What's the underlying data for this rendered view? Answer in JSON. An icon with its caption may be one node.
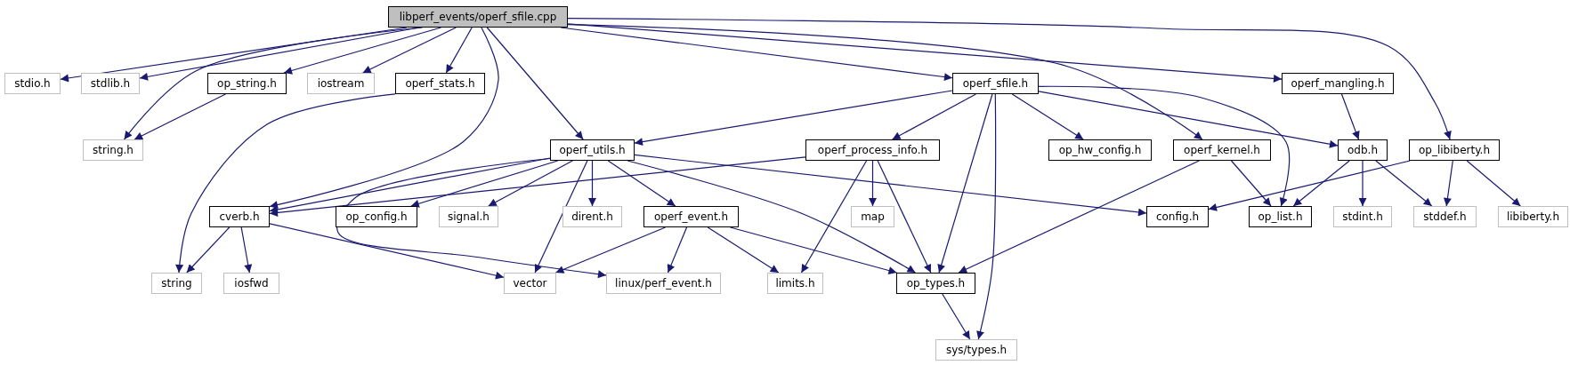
{
  "diagram": {
    "nodes": [
      {
        "text": [
          "libperf_events/operf_sfile.cpp"
        ]
      },
      {
        "text": [
          "stdio.h"
        ]
      },
      {
        "text": [
          "stdlib.h"
        ]
      },
      {
        "text": [
          "op_string.h"
        ]
      },
      {
        "text": [
          "iostream"
        ]
      },
      {
        "text": [
          "operf_stats.h"
        ]
      },
      {
        "text": [
          "operf_sfile.h"
        ]
      },
      {
        "text": [
          "operf_mangling.h"
        ]
      },
      {
        "text": [
          "string.h"
        ]
      },
      {
        "text": [
          "operf_utils.h"
        ]
      },
      {
        "text": [
          "operf_process_info.h"
        ]
      },
      {
        "text": [
          "op_hw_config.h"
        ]
      },
      {
        "text": [
          "operf_kernel.h"
        ]
      },
      {
        "text": [
          "odb.h"
        ]
      },
      {
        "text": [
          "op_libiberty.h"
        ]
      },
      {
        "text": [
          "cverb.h"
        ]
      },
      {
        "text": [
          "op_config.h"
        ]
      },
      {
        "text": [
          "signal.h"
        ]
      },
      {
        "text": [
          "dirent.h"
        ]
      },
      {
        "text": [
          "operf_event.h"
        ]
      },
      {
        "text": [
          "map"
        ]
      },
      {
        "text": [
          "config.h"
        ]
      },
      {
        "text": [
          "op_list.h"
        ]
      },
      {
        "text": [
          "stdint.h"
        ]
      },
      {
        "text": [
          "stddef.h"
        ]
      },
      {
        "text": [
          "libiberty.h"
        ]
      },
      {
        "text": [
          "string"
        ]
      },
      {
        "text": [
          "iosfwd"
        ]
      },
      {
        "text": [
          "vector"
        ]
      },
      {
        "text": [
          "linux/perf_event.h"
        ]
      },
      {
        "text": [
          "limits.h"
        ]
      },
      {
        "text": [
          "op_types.h"
        ]
      },
      {
        "text": [
          "sys/types.h"
        ]
      }
    ],
    "edges": [
      {
        "from": 0,
        "to": 1,
        "arrow": "to"
      },
      {
        "from": 0,
        "to": 2,
        "arrow": "to"
      },
      {
        "from": 0,
        "to": 8,
        "arrow": "to"
      },
      {
        "from": 0,
        "to": 3,
        "arrow": "to"
      },
      {
        "from": 0,
        "to": 4,
        "arrow": "to"
      },
      {
        "from": 0,
        "to": 5,
        "arrow": "to"
      },
      {
        "from": 0,
        "to": 15,
        "arrow": "to"
      },
      {
        "from": 0,
        "to": 9,
        "arrow": "to"
      },
      {
        "from": 0,
        "to": 6,
        "arrow": "to"
      },
      {
        "from": 0,
        "to": 12,
        "arrow": "to"
      },
      {
        "from": 0,
        "to": 7,
        "arrow": "to"
      },
      {
        "from": 0,
        "to": 14,
        "arrow": "to"
      },
      {
        "from": 3,
        "to": 8,
        "arrow": "to"
      },
      {
        "from": 5,
        "to": 26,
        "arrow": "to"
      },
      {
        "from": 6,
        "to": 9,
        "arrow": "to"
      },
      {
        "from": 6,
        "to": 10,
        "arrow": "to"
      },
      {
        "from": 6,
        "to": 11,
        "arrow": "to"
      },
      {
        "from": 6,
        "to": 31,
        "arrow": "to"
      },
      {
        "from": 6,
        "to": 32,
        "arrow": "to"
      },
      {
        "from": 6,
        "to": 13,
        "arrow": "to"
      },
      {
        "from": 6,
        "to": 22,
        "arrow": "to"
      },
      {
        "from": 7,
        "to": 13,
        "arrow": "to"
      },
      {
        "from": 9,
        "to": 15,
        "arrow": "to"
      },
      {
        "from": 9,
        "to": 16,
        "arrow": "to"
      },
      {
        "from": 9,
        "to": 17,
        "arrow": "to"
      },
      {
        "from": 9,
        "to": 28,
        "arrow": "to"
      },
      {
        "from": 9,
        "to": 18,
        "arrow": "to"
      },
      {
        "from": 9,
        "to": 19,
        "arrow": "to"
      },
      {
        "from": 9,
        "to": 31,
        "arrow": "to"
      },
      {
        "from": 9,
        "to": 21,
        "arrow": "to"
      },
      {
        "from": 9,
        "to": 29,
        "arrow": "to"
      },
      {
        "from": 10,
        "to": 15,
        "arrow": "to"
      },
      {
        "from": 10,
        "to": 20,
        "arrow": "to"
      },
      {
        "from": 10,
        "to": 30,
        "arrow": "to"
      },
      {
        "from": 10,
        "to": 31,
        "arrow": "to"
      },
      {
        "from": 12,
        "to": 31,
        "arrow": "to"
      },
      {
        "from": 12,
        "to": 22,
        "arrow": "to"
      },
      {
        "from": 13,
        "to": 22,
        "arrow": "to"
      },
      {
        "from": 13,
        "to": 23,
        "arrow": "to"
      },
      {
        "from": 13,
        "to": 24,
        "arrow": "to"
      },
      {
        "from": 14,
        "to": 21,
        "arrow": "to"
      },
      {
        "from": 14,
        "to": 24,
        "arrow": "to"
      },
      {
        "from": 14,
        "to": 25,
        "arrow": "to"
      },
      {
        "from": 15,
        "to": 26,
        "arrow": "to"
      },
      {
        "from": 15,
        "to": 27,
        "arrow": "to"
      },
      {
        "from": 15,
        "to": 28,
        "arrow": "to"
      },
      {
        "from": 19,
        "to": 28,
        "arrow": "to"
      },
      {
        "from": 19,
        "to": 29,
        "arrow": "to"
      },
      {
        "from": 19,
        "to": 30,
        "arrow": "to"
      },
      {
        "from": 19,
        "to": 31,
        "arrow": "to"
      },
      {
        "from": 31,
        "to": 32,
        "arrow": "to"
      }
    ]
  }
}
